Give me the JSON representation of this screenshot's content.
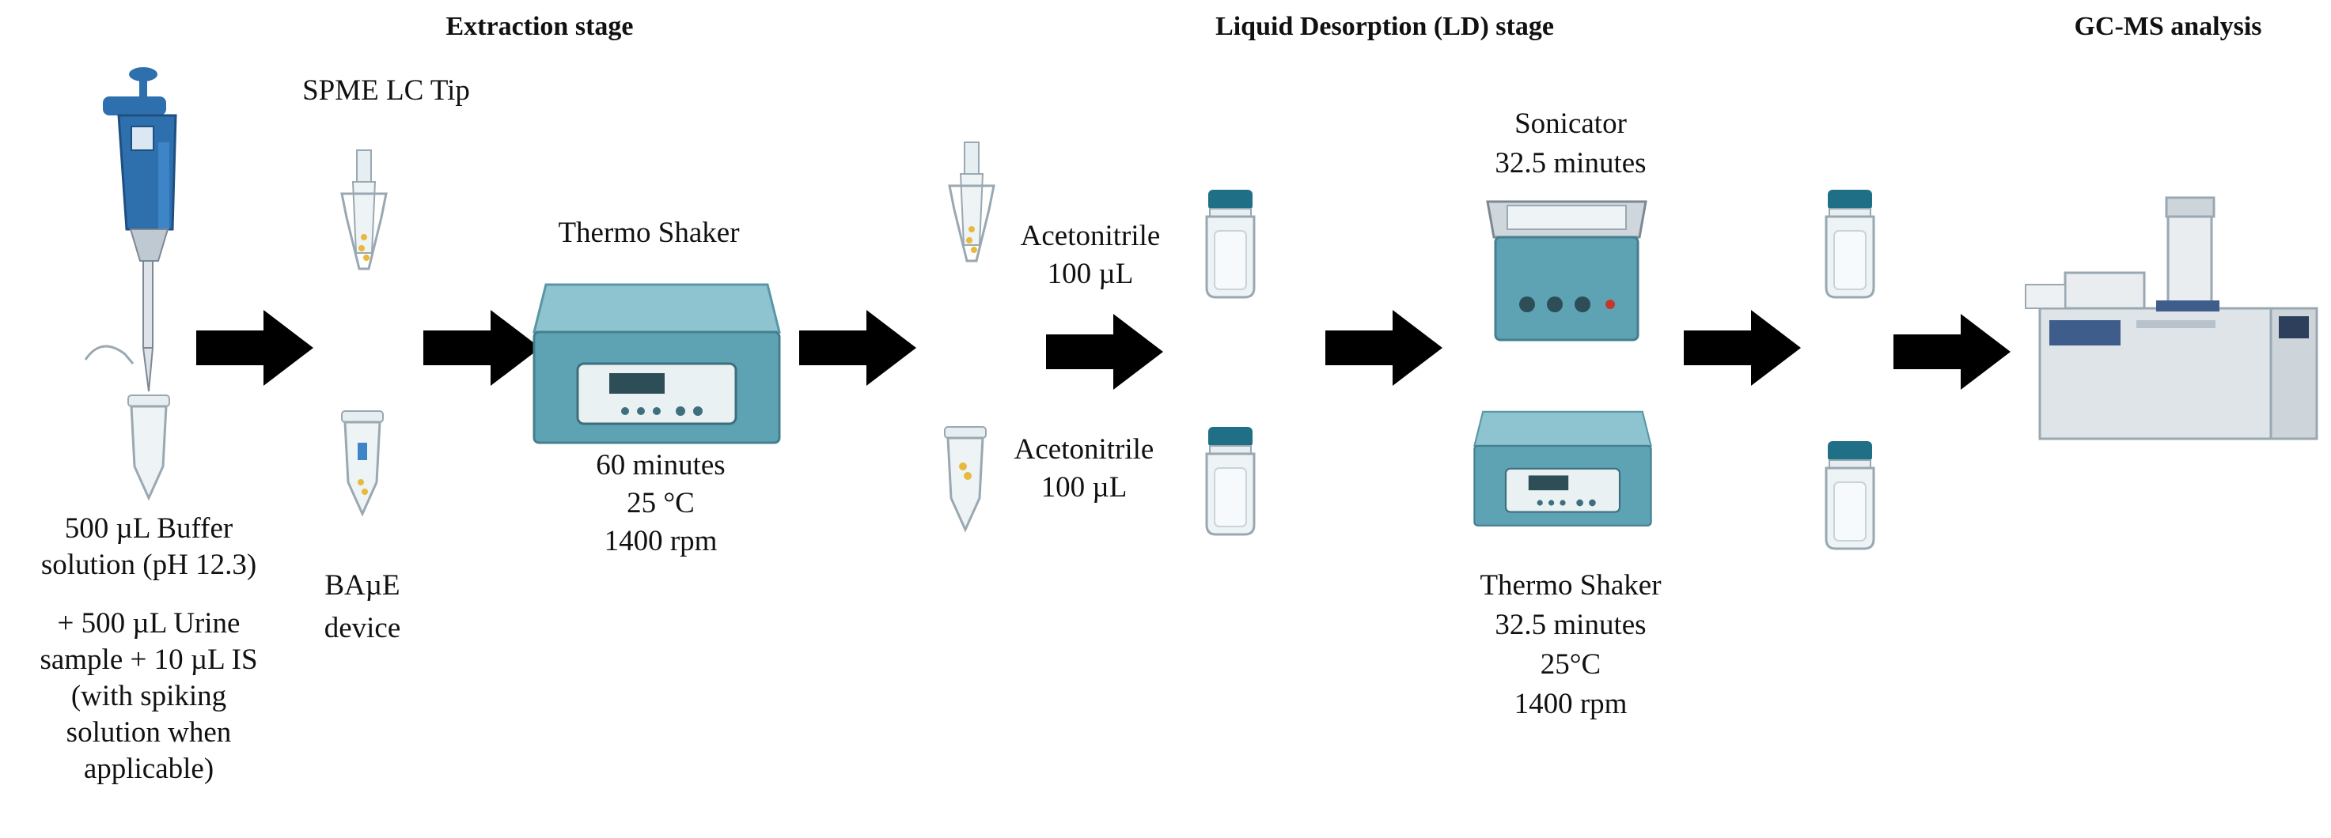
{
  "stages": {
    "extraction": "Extraction stage",
    "desorption": "Liquid Desorption (LD) stage",
    "analysis": "GC-MS analysis"
  },
  "labels": {
    "spme_tip": "SPME LC Tip",
    "sample_1": "500 µL Buffer",
    "sample_2": "solution (pH 12.3)",
    "sample_3": "+ 500 µL Urine",
    "sample_4": "sample + 10 µL IS",
    "sample_5": "(with spiking",
    "sample_6": "solution when",
    "sample_7": "applicable)",
    "bamue_1": "BAµE",
    "bamue_2": "device",
    "shaker_title": "Thermo Shaker",
    "shaker_time": "60 minutes",
    "shaker_temp": "25 °C",
    "shaker_rpm": "1400 rpm",
    "acn_top_1": "Acetonitrile",
    "acn_top_2": "100 µL",
    "acn_bot_1": "Acetonitrile",
    "acn_bot_2": "100 µL",
    "sonicator_1": "Sonicator",
    "sonicator_2": "32.5 minutes",
    "shaker2_title": "Thermo Shaker",
    "shaker2_time": "32.5 minutes",
    "shaker2_temp": "25°C",
    "shaker2_rpm": "1400 rpm"
  },
  "colors": {
    "pipette_blue": "#2e6fae",
    "device_teal": "#5ea3b4",
    "cap_teal": "#1f6f86",
    "arrow": "#000000",
    "gc_gray": "#dfe4e8"
  },
  "icons": [
    "pipette-icon",
    "microtube-icon",
    "spme-tip-icon",
    "bamue-tube-icon",
    "thermo-shaker-icon",
    "vial-icon",
    "sonicator-icon",
    "gc-ms-instrument-icon",
    "arrow-icon"
  ]
}
